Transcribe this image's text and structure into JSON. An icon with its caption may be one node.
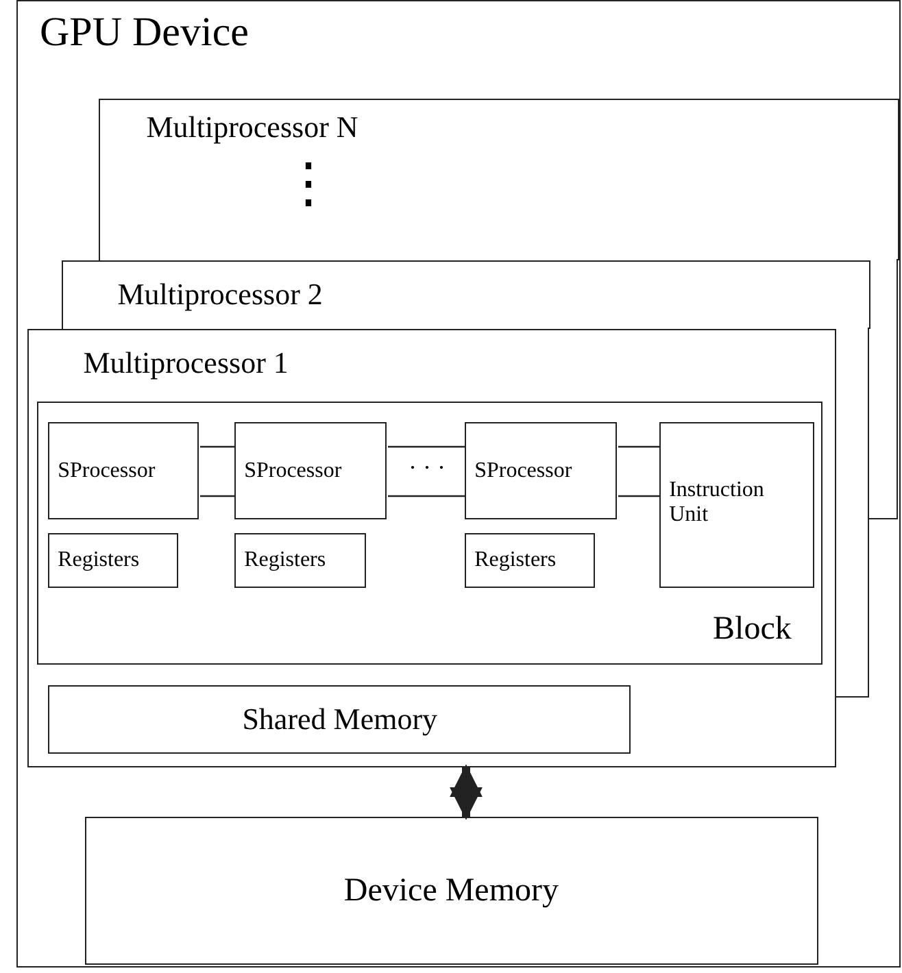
{
  "diagram": {
    "nodes": [
      {
        "text": [
          "GPU Device"
        ]
      },
      {
        "text": [
          "Multiprocessor N"
        ],
        "in": 0
      },
      {
        "text": [
          "Multiprocessor 2"
        ],
        "in": 0
      },
      {
        "text": [
          "Multiprocessor 1"
        ],
        "in": 0
      },
      {
        "text": [
          "Block"
        ],
        "in": 3
      },
      {
        "text": [
          "SProcessor"
        ],
        "in": 4
      },
      {
        "text": [
          "SProcessor"
        ],
        "in": 4
      },
      {
        "text": [
          "SProcessor"
        ],
        "in": 4
      },
      {
        "text": [
          "Instruction Unit"
        ],
        "in": 4
      },
      {
        "text": [
          "Registers"
        ],
        "in": 4
      },
      {
        "text": [
          "Registers"
        ],
        "in": 4
      },
      {
        "text": [
          "Registers"
        ],
        "in": 4
      },
      {
        "text": [
          "Shared Memory"
        ],
        "in": 3
      },
      {
        "text": [
          "Device Memory"
        ],
        "in": 0
      }
    ],
    "edges": [
      {
        "from": 5,
        "to": 6,
        "arrow": "none"
      },
      {
        "from": 6,
        "to": 7,
        "arrow": "none",
        "label": "· · ·"
      },
      {
        "from": 7,
        "to": 8,
        "arrow": "none"
      },
      {
        "from": 3,
        "to": 13,
        "arrow": "both",
        "style": "thick"
      }
    ],
    "labels": [
      "⋮"
    ]
  }
}
